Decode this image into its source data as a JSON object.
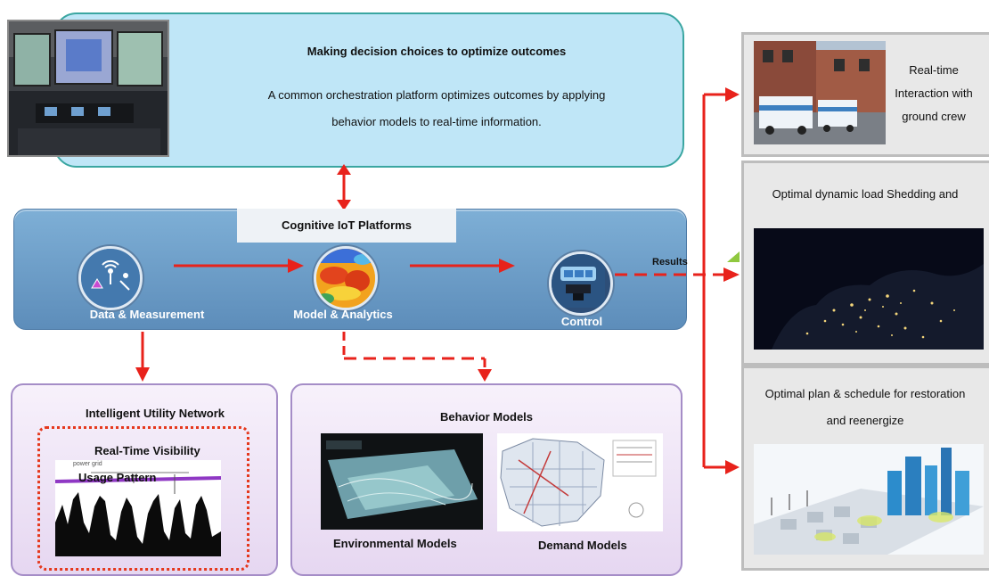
{
  "top": {
    "title": "Making decision choices to optimize outcomes",
    "line1": "A common orchestration platform optimizes outcomes by applying",
    "line2": "behavior models to real-time information."
  },
  "platform": {
    "label": "Cognitive IoT Platforms",
    "data_measurement": "Data & Measurement",
    "model_analytics": "Model & Analytics",
    "control": "Control",
    "results": "Results"
  },
  "left_box": {
    "title": "Intelligent Utility Network",
    "subtitle": "Real-Time Visibility",
    "chart_title": "Usage Pattern",
    "chart_legend": "power grid"
  },
  "mid_box": {
    "title": "Behavior Models",
    "env_caption": "Environmental Models",
    "demand_caption": "Demand Models"
  },
  "panels": {
    "crew_line1": "Real-time",
    "crew_line2": "Interaction with",
    "crew_line3": "ground crew",
    "shedding": "Optimal dynamic load Shedding and",
    "restore_line1": "Optimal plan & schedule for restoration",
    "restore_line2": "and reenergize"
  },
  "colors": {
    "arrow": "#e8221b",
    "platform": "#6f9fcb",
    "top_box": "#bfe6f7",
    "bottom_box_border": "#a58dc7",
    "dotted_border": "#e5381d"
  },
  "icons": [
    "wifi-sensor-icon",
    "heatmap-globe-icon",
    "control-room-icon"
  ]
}
